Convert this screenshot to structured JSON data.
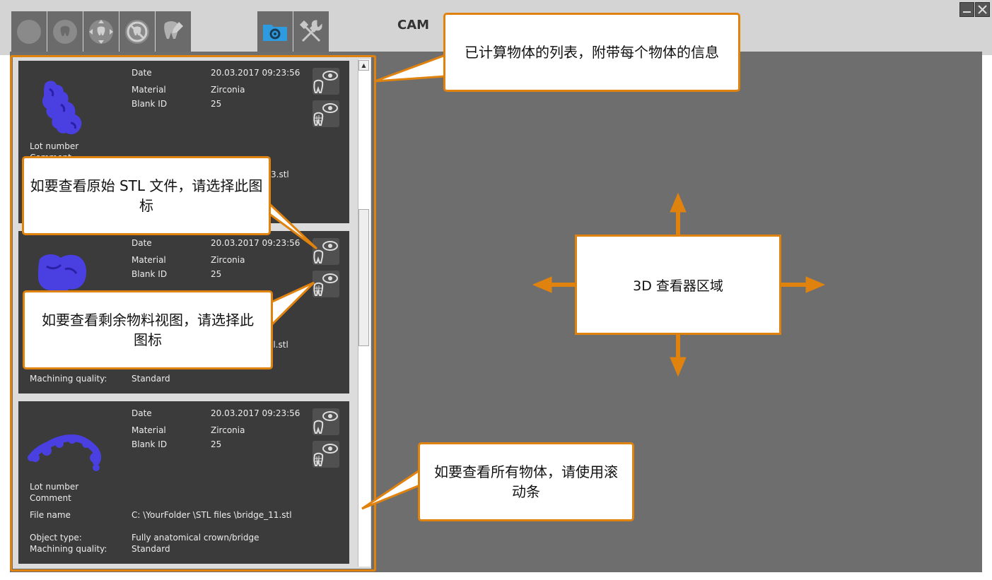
{
  "app": {
    "title": "CAM"
  },
  "toolbar": {
    "tools": [
      {
        "icon": "circle-icon"
      },
      {
        "icon": "tooth-icon"
      },
      {
        "icon": "move-tooth-icon"
      },
      {
        "icon": "no-tooth-icon"
      },
      {
        "icon": "tooth-edit-icon"
      }
    ],
    "active_tool_icon": "folder-gear-icon",
    "settings_icon": "wrench-screwdriver-icon"
  },
  "window_controls": {
    "minimize_icon": "minimize-icon",
    "close_icon": "close-icon"
  },
  "objects": [
    {
      "date_label": "Date",
      "date_value": "20.03.2017 09:23:56",
      "material_label": "Material",
      "material_value": "Zirconia",
      "blank_label": "Blank ID",
      "blank_value": "25",
      "lot_label": "Lot number",
      "comment_label": "Comment",
      "file_partial": "3.stl"
    },
    {
      "date_label": "Date",
      "date_value": "20.03.2017 09:23:56",
      "material_label": "Material",
      "material_value": "Zirconia",
      "blank_label": "Blank ID",
      "blank_value": "25",
      "file_partial": "ll.stl",
      "machining_label": "Machining quality:",
      "machining_value": "Standard"
    },
    {
      "date_label": "Date",
      "date_value": "20.03.2017 09:23:56",
      "material_label": "Material",
      "material_value": "Zirconia",
      "blank_label": "Blank ID",
      "blank_value": "25",
      "lot_label": "Lot number",
      "comment_label": "Comment",
      "file_label": "File name",
      "file_value": "C: \\YourFolder \\STL files \\bridge_11.stl",
      "type_label": "Object type:",
      "type_value": "Fully anatomical crown/bridge",
      "machining_label": "Machining quality:",
      "machining_value": "Standard"
    }
  ],
  "callouts": {
    "list_info": "已计算物体的列表，附带每个物体的信息",
    "stl_icon": "如要查看原始 STL 文件，请选择此图标",
    "remaining_icon": "如要查看剩余物料视图，请选择此图标",
    "scrollbar": "如要查看所有物体，请使用滚动条",
    "viewer_area": "3D 查看器区域"
  },
  "colors": {
    "accent": "#e0820e",
    "panel": "#3b3b3b",
    "viewer": "#6e6e6e",
    "model": "#4a3fe0"
  }
}
